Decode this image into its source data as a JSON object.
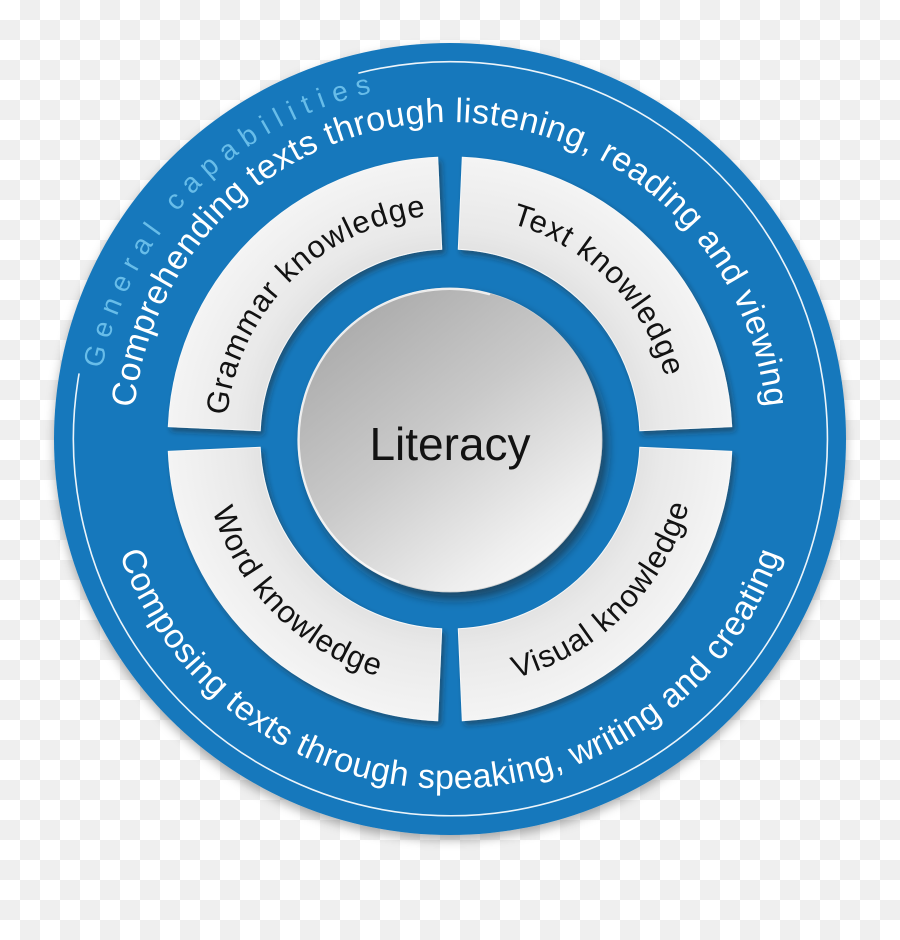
{
  "diagram": {
    "framework_label": "General capabilities",
    "center_title": "Literacy",
    "top_arc_text": "Comprehending texts through listening, reading and viewing",
    "bottom_arc_text": "Composing texts through speaking, writing  and creating",
    "segments": [
      {
        "id": "grammar",
        "label": "Grammar knowledge",
        "position": "top-left"
      },
      {
        "id": "text",
        "label": "Text knowledge",
        "position": "top-right"
      },
      {
        "id": "word",
        "label": "Word knowledge",
        "position": "bottom-left"
      },
      {
        "id": "visual",
        "label": "Visual knowledge",
        "position": "bottom-right"
      }
    ],
    "colors": {
      "wheel_blue": "#1578BC",
      "framework_label_blue": "#68BDE9",
      "arc_text_white": "#FFFFFF",
      "segment_gray": "#ECECEC",
      "label_black": "#121212",
      "background_checker": "#EFEFEF"
    }
  }
}
